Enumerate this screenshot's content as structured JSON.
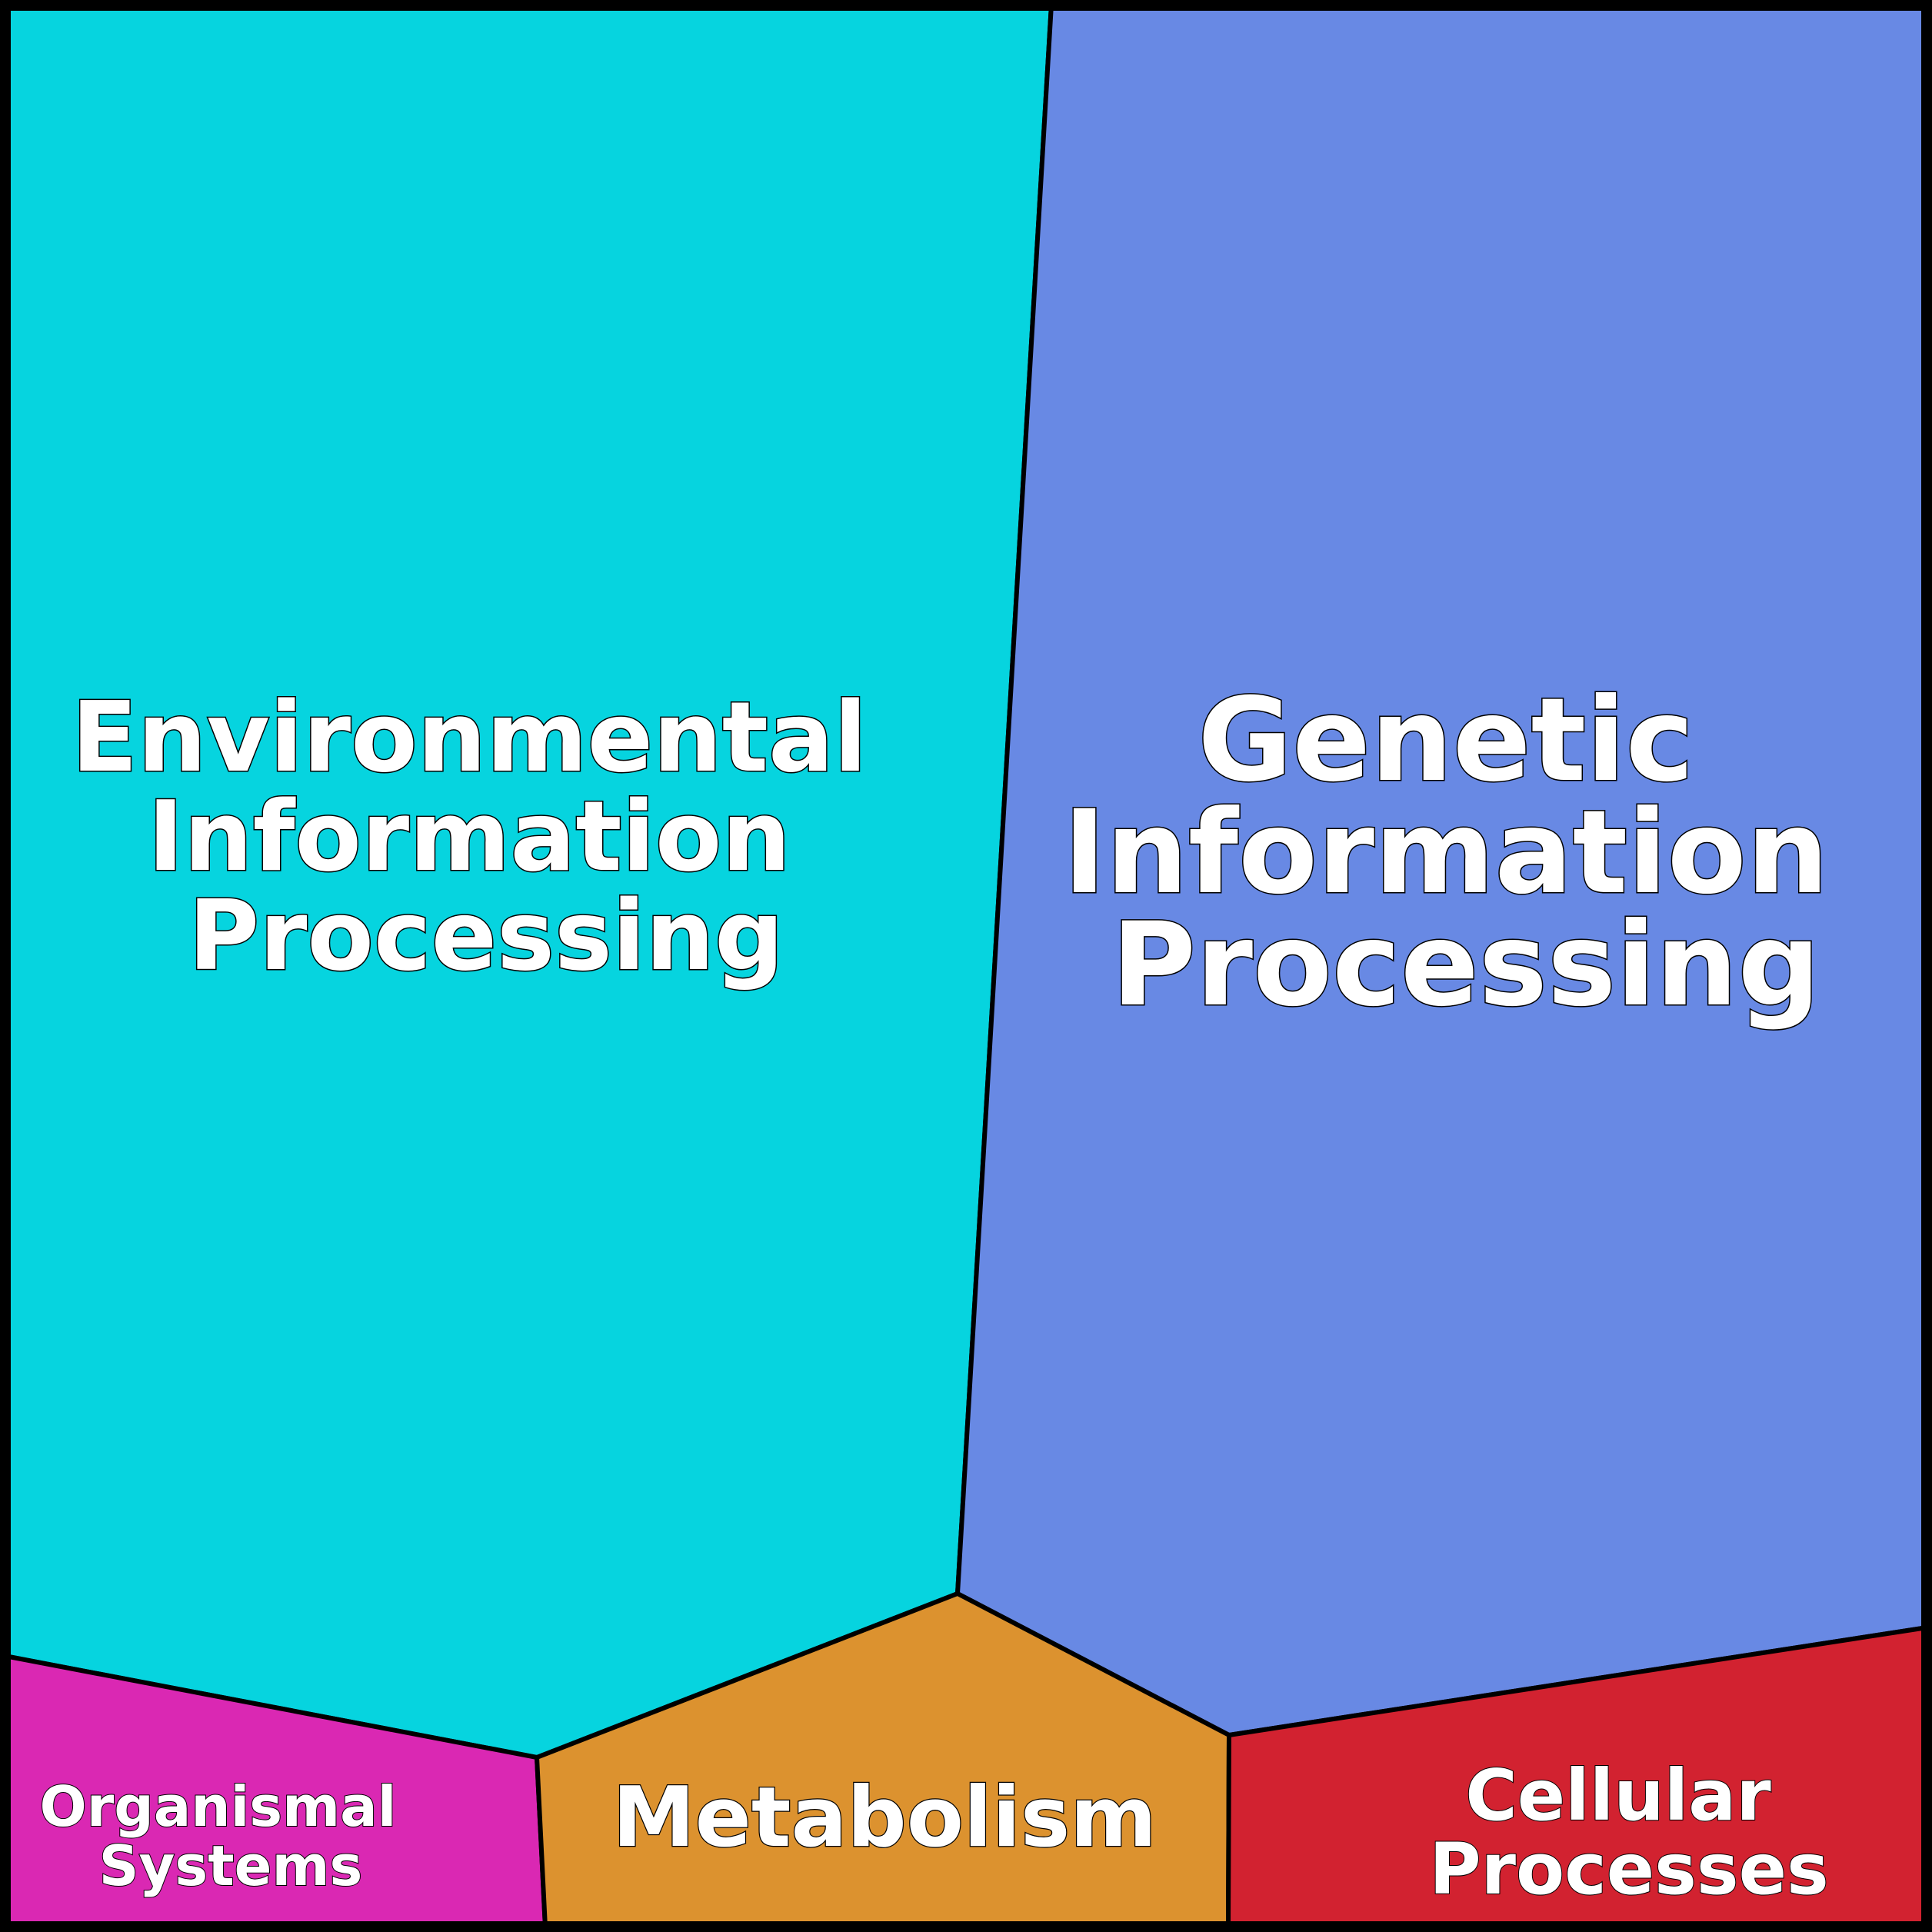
{
  "regions": {
    "environmental": {
      "lines": [
        "Environmental",
        "Information",
        "Processing"
      ],
      "color": "#06d4df"
    },
    "genetic": {
      "lines": [
        "Genetic",
        "Information",
        "Processing"
      ],
      "color": "#6889e4"
    },
    "organismal": {
      "lines": [
        "Organismal",
        "Systems"
      ],
      "color": "#da28b3"
    },
    "metabolism": {
      "lines": [
        "Metabolism"
      ],
      "color": "#dc922f"
    },
    "cellular": {
      "lines": [
        "Cellular",
        "Processes"
      ],
      "color": "#d22230"
    }
  },
  "outline_color": "#000000",
  "text_color": "#ffffff"
}
